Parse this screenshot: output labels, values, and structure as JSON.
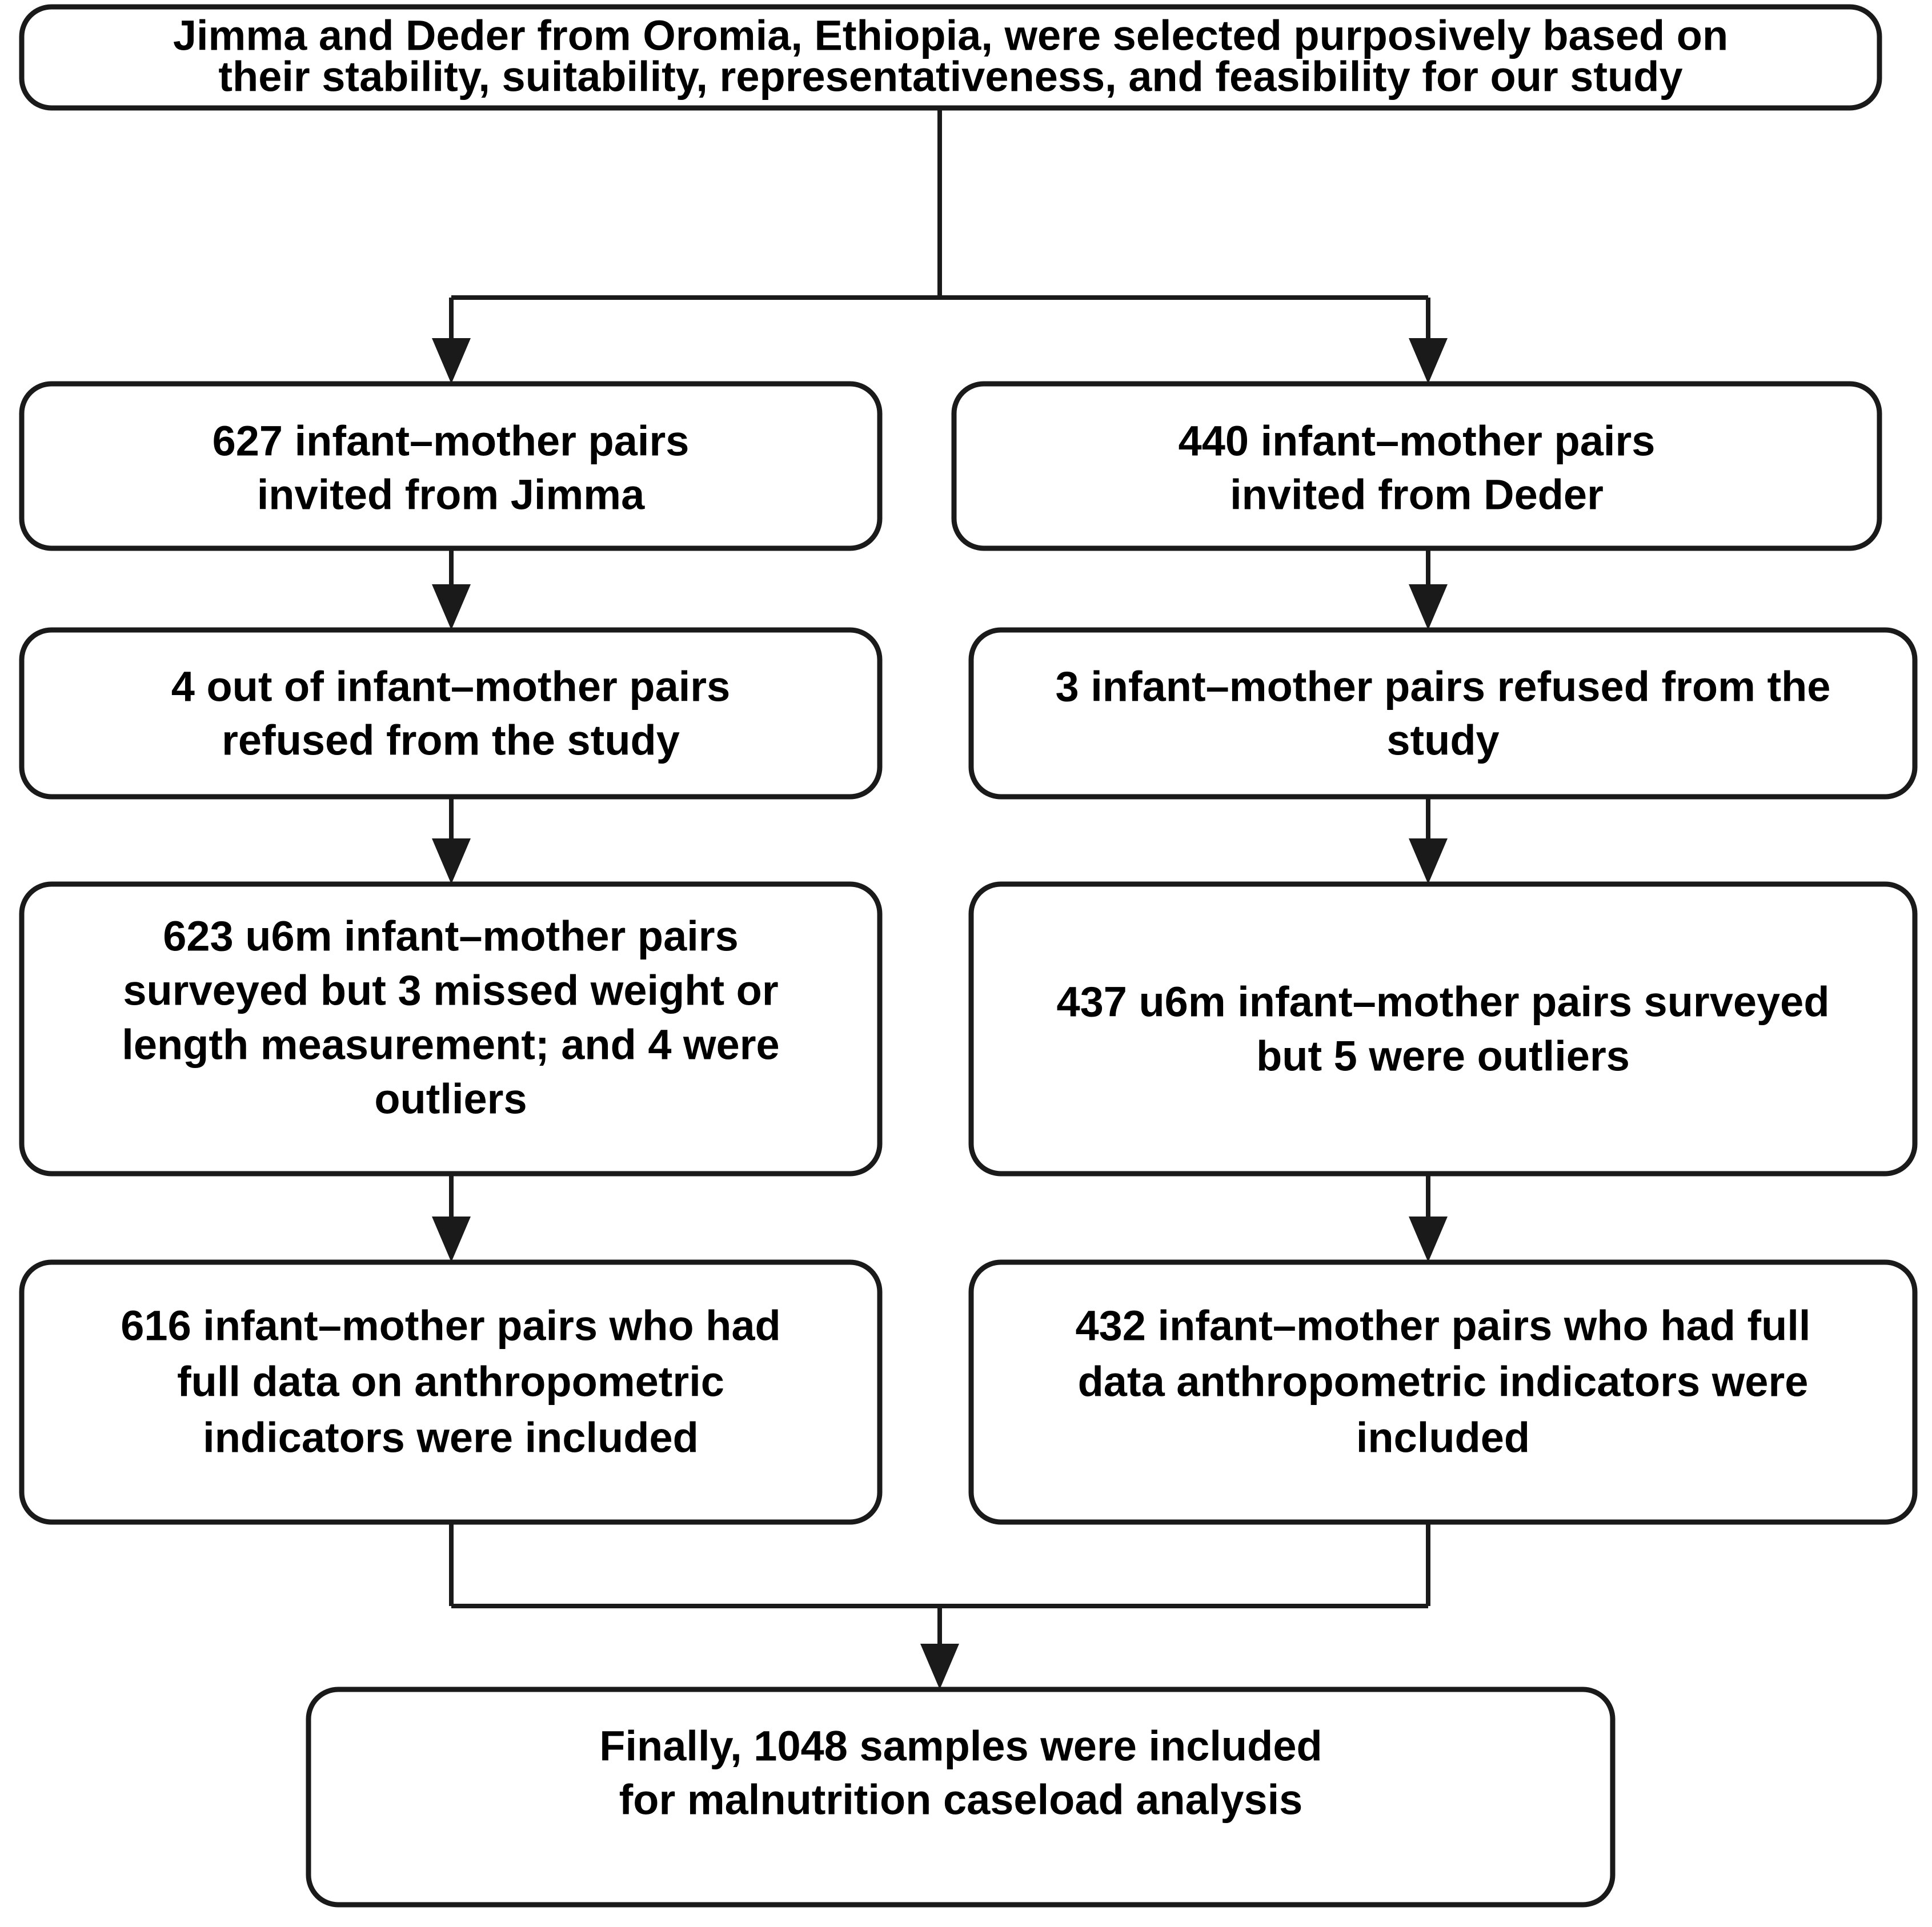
{
  "diagram": {
    "title": "Study participant flow diagram",
    "type": "flowchart",
    "orientation": "top-down",
    "colors": {
      "box_fill": "#ffffff",
      "box_stroke": "#1a1a1a",
      "connector": "#1a1a1a",
      "text": "#000000",
      "background": "#ffffff"
    },
    "nodes": {
      "source": {
        "id": "source-selection",
        "lines": [
          "Jimma and Deder from Oromia, Ethiopia, were selected purposively based on",
          "their stability, suitability, representativeness, and feasibility for our study"
        ]
      },
      "jimma_invited": {
        "id": "jimma-invited",
        "count": 627,
        "site": "Jimma",
        "lines": [
          "627 infant–mother pairs",
          "invited from Jimma"
        ]
      },
      "deder_invited": {
        "id": "deder-invited",
        "count": 440,
        "site": "Deder",
        "lines": [
          "440 infant–mother pairs",
          "invited from Deder"
        ]
      },
      "jimma_refused": {
        "id": "jimma-refused",
        "count": 4,
        "lines": [
          "4 out of infant–mother pairs",
          "refused from the study"
        ]
      },
      "deder_refused": {
        "id": "deder-refused",
        "count": 3,
        "lines": [
          "3 infant–mother pairs refused from the",
          "study"
        ]
      },
      "jimma_surveyed": {
        "id": "jimma-surveyed",
        "count": 623,
        "missed": 3,
        "outliers": 4,
        "lines": [
          "623 u6m infant–mother pairs",
          "surveyed but 3 missed weight or",
          "length measurement; and 4 were",
          "outliers"
        ]
      },
      "deder_surveyed": {
        "id": "deder-surveyed",
        "count": 437,
        "outliers": 5,
        "lines": [
          "437 u6m infant–mother pairs surveyed",
          "but 5 were outliers"
        ]
      },
      "jimma_included": {
        "id": "jimma-included",
        "count": 616,
        "lines": [
          "616 infant–mother pairs who had",
          "full data on anthropometric",
          "indicators were included"
        ]
      },
      "deder_included": {
        "id": "deder-included",
        "count": 432,
        "lines": [
          "432 infant–mother pairs who had full",
          "data anthropometric indicators were",
          "included"
        ]
      },
      "final": {
        "id": "final-sample",
        "count": 1048,
        "lines": [
          "Finally, 1048 samples were included",
          "for malnutrition caseload analysis"
        ]
      }
    },
    "edges": [
      {
        "id": "source-to-split",
        "from": "source",
        "to": "split-bar",
        "arrow": false
      },
      {
        "id": "split-to-jimma",
        "from": "split-bar",
        "to": "jimma_invited",
        "arrow": true
      },
      {
        "id": "split-to-deder",
        "from": "split-bar",
        "to": "deder_invited",
        "arrow": true
      },
      {
        "id": "jimma-invited-to-refused",
        "from": "jimma_invited",
        "to": "jimma_refused",
        "arrow": true
      },
      {
        "id": "deder-invited-to-refused",
        "from": "deder_invited",
        "to": "deder_refused",
        "arrow": true
      },
      {
        "id": "jimma-refused-to-surveyed",
        "from": "jimma_refused",
        "to": "jimma_surveyed",
        "arrow": true
      },
      {
        "id": "deder-refused-to-surveyed",
        "from": "deder_refused",
        "to": "deder_surveyed",
        "arrow": true
      },
      {
        "id": "jimma-surveyed-to-included",
        "from": "jimma_surveyed",
        "to": "jimma_included",
        "arrow": true
      },
      {
        "id": "deder-surveyed-to-included",
        "from": "deder_surveyed",
        "to": "deder_included",
        "arrow": true
      },
      {
        "id": "jimma-included-to-merge",
        "from": "jimma_included",
        "to": "merge-bar",
        "arrow": false
      },
      {
        "id": "deder-included-to-merge",
        "from": "deder_included",
        "to": "merge-bar",
        "arrow": false
      },
      {
        "id": "merge-to-final",
        "from": "merge-bar",
        "to": "final",
        "arrow": true
      }
    ]
  }
}
